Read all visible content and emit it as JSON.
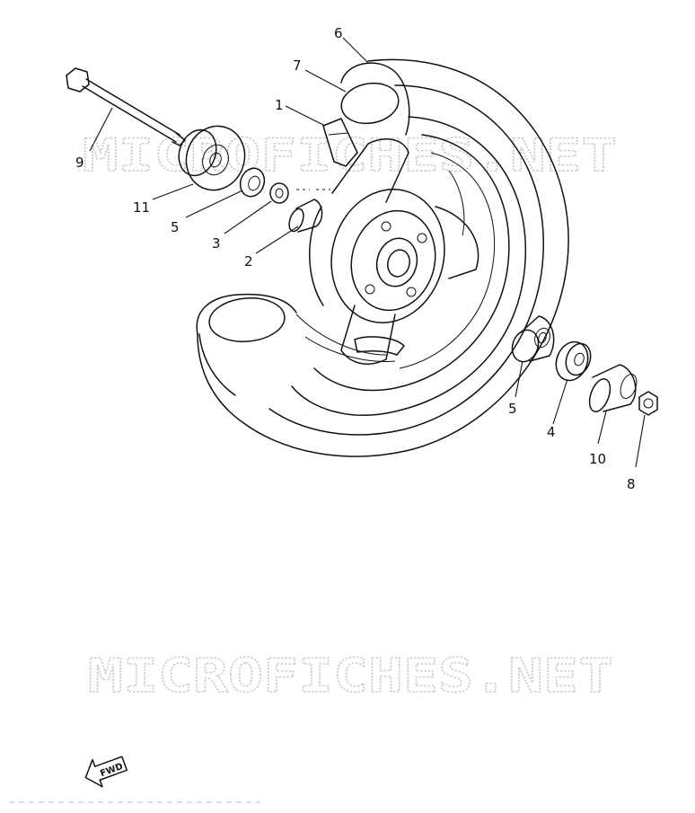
{
  "watermark": {
    "upper": "MICROFICHES.NET",
    "lower": "MICROFICHES.NET"
  },
  "fwd_badge": {
    "label": "FWD"
  },
  "callouts": [
    {
      "id": "c6",
      "label": "6"
    },
    {
      "id": "c7",
      "label": "7"
    },
    {
      "id": "c1",
      "label": "1"
    },
    {
      "id": "c9",
      "label": "9"
    },
    {
      "id": "c11",
      "label": "11"
    },
    {
      "id": "c5a",
      "label": "5"
    },
    {
      "id": "c3",
      "label": "3"
    },
    {
      "id": "c2",
      "label": "2"
    },
    {
      "id": "c5b",
      "label": "5"
    },
    {
      "id": "c4",
      "label": "4"
    },
    {
      "id": "c10",
      "label": "10"
    },
    {
      "id": "c8",
      "label": "8"
    }
  ]
}
